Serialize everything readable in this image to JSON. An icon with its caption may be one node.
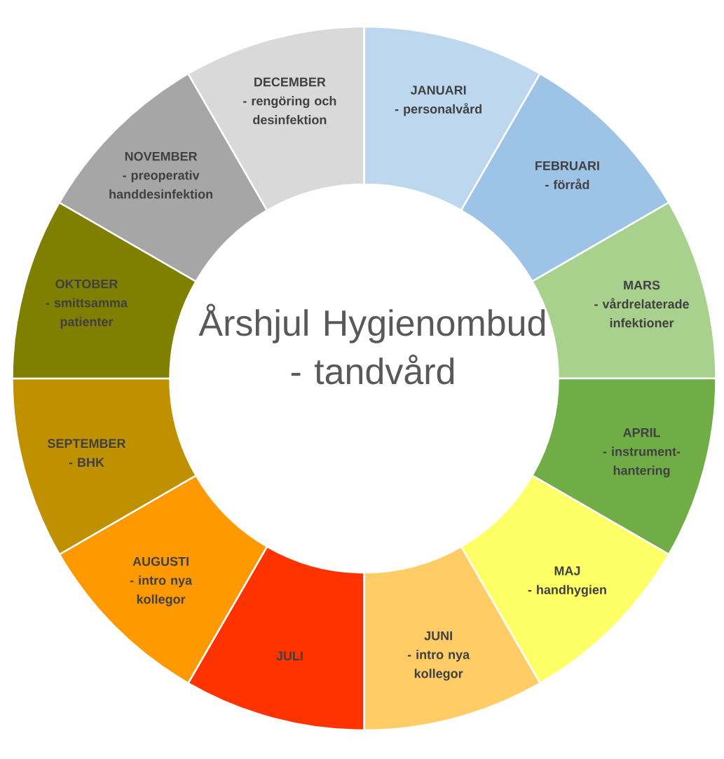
{
  "diagram": {
    "title": "Årshjul Hygienombud - tandvård",
    "nodes": [
      {
        "text": [
          "JANUARI",
          "- personalvård"
        ]
      },
      {
        "text": [
          "FEBRUARI",
          "- förråd"
        ]
      },
      {
        "text": [
          "MARS",
          "- vårdrelaterade infektioner"
        ]
      },
      {
        "text": [
          "APRIL",
          "- instrument- hantering"
        ]
      },
      {
        "text": [
          "MAJ",
          "- handhygien"
        ]
      },
      {
        "text": [
          "JUNI",
          "- intro nya kollegor"
        ]
      },
      {
        "text": [
          "JULI"
        ]
      },
      {
        "text": [
          "AUGUSTI",
          "- intro nya kollegor"
        ]
      },
      {
        "text": [
          "SEPTEMBER",
          "- BHK"
        ]
      },
      {
        "text": [
          "OKTOBER",
          "- smittsamma patienter"
        ]
      },
      {
        "text": [
          "NOVEMBER",
          "- preoperativ handdesinfektion"
        ]
      },
      {
        "text": [
          "DECEMBER",
          "- rengöring och desinfektion"
        ]
      }
    ]
  }
}
